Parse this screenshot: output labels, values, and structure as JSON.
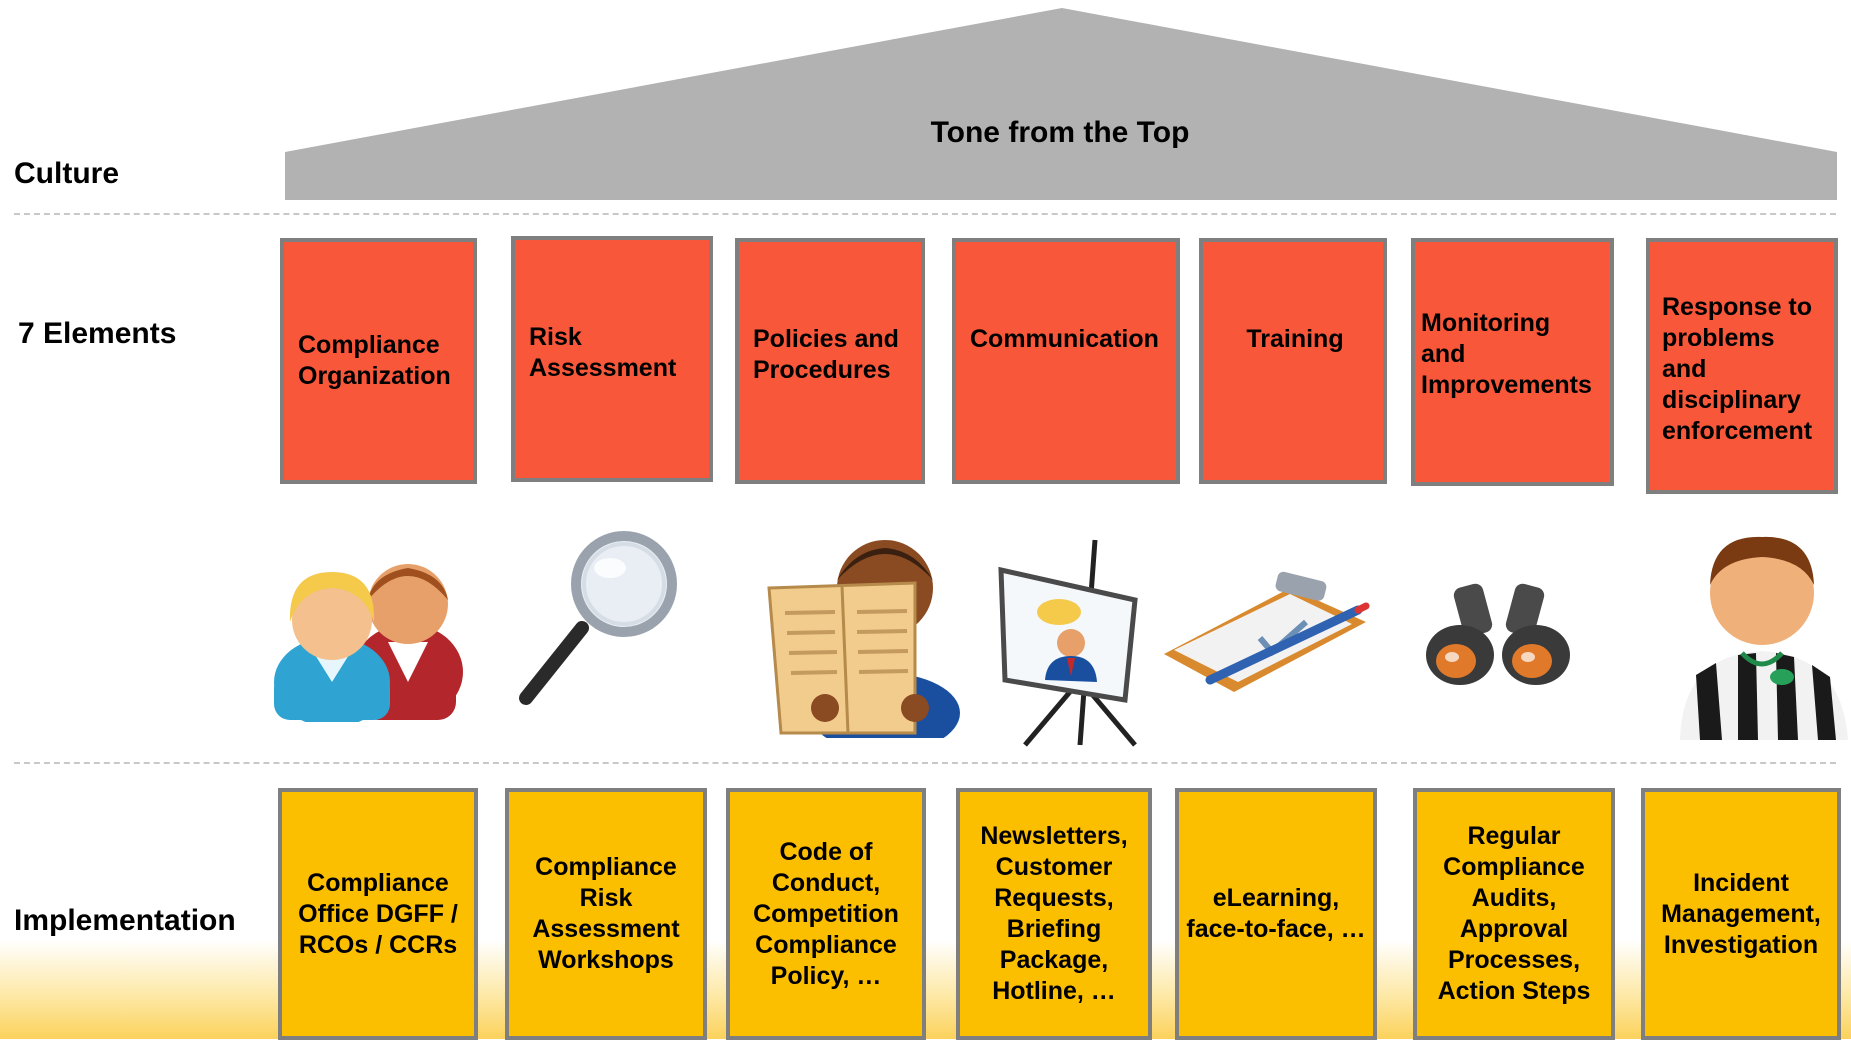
{
  "roof": {
    "title": "Tone from the Top",
    "color": "#b2b2b2"
  },
  "rows": {
    "culture": "Culture",
    "elements": "7 Elements",
    "implementation": "Implementation"
  },
  "elements": [
    {
      "label": "Compliance Organization",
      "icon": "people-icon"
    },
    {
      "label": "Risk Assessment",
      "icon": "magnifier-icon"
    },
    {
      "label": "Policies and Procedures",
      "icon": "newspaper-reader-icon"
    },
    {
      "label": "Communication",
      "icon": "presentation-board-icon"
    },
    {
      "label": "Training",
      "icon": "clipboard-pen-icon"
    },
    {
      "label": "Monitoring and Improvements",
      "icon": "binoculars-icon"
    },
    {
      "label": "Response to problems and disciplinary enforcement",
      "icon": "referee-icon"
    }
  ],
  "implementation": [
    "Compliance Office DGFF / RCOs / CCRs",
    "Compliance Risk Assessment Workshops",
    "Code of Conduct, Competition Compliance Policy, …",
    "Newsletters, Customer Requests, Briefing Package, Hotline, …",
    "eLearning, face-to-face, …",
    "Regular Compliance Audits, Approval Processes, Action Steps",
    "Incident Management, Investigation"
  ],
  "colors": {
    "element": "#f9573a",
    "implementation": "#fcbf00",
    "border": "#7f7f7f"
  }
}
